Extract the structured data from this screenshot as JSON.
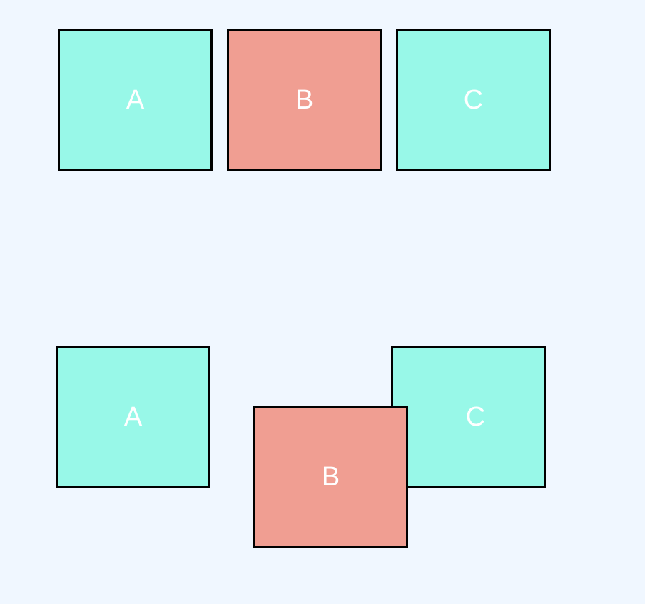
{
  "colors": {
    "background": "#f0f7ff",
    "teal_box": "#98f8e8",
    "salmon_box": "#f09e92",
    "border": "#000000",
    "label": "#ffffff"
  },
  "top_row": {
    "box_a": {
      "label": "A",
      "color": "teal"
    },
    "box_b": {
      "label": "B",
      "color": "salmon"
    },
    "box_c": {
      "label": "C",
      "color": "teal"
    }
  },
  "bottom_row": {
    "box_a": {
      "label": "A",
      "color": "teal"
    },
    "box_b": {
      "label": "B",
      "color": "salmon"
    },
    "box_c": {
      "label": "C",
      "color": "teal"
    }
  }
}
